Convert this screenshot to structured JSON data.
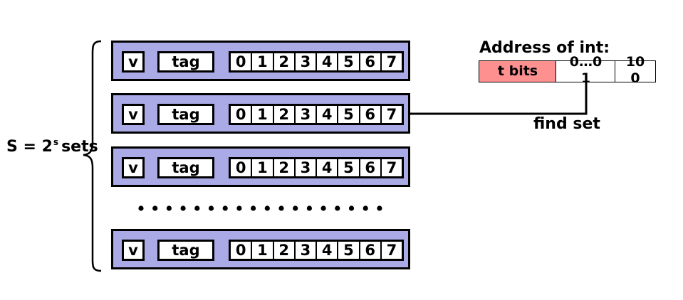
{
  "left_label": {
    "text": "S = 2",
    "sup": "s",
    "suffix": "sets"
  },
  "cache_rows": [
    {
      "v": "v",
      "tag": "tag",
      "bytes": [
        "0",
        "1",
        "2",
        "3",
        "4",
        "5",
        "6",
        "7"
      ]
    },
    {
      "v": "v",
      "tag": "tag",
      "bytes": [
        "0",
        "1",
        "2",
        "3",
        "4",
        "5",
        "6",
        "7"
      ]
    },
    {
      "v": "v",
      "tag": "tag",
      "bytes": [
        "0",
        "1",
        "2",
        "3",
        "4",
        "5",
        "6",
        "7"
      ]
    },
    {
      "v": "v",
      "tag": "tag",
      "bytes": [
        "0",
        "1",
        "2",
        "3",
        "4",
        "5",
        "6",
        "7"
      ]
    }
  ],
  "ellipsis_count": 18,
  "address": {
    "title": "Address of int:",
    "t_bits": "t bits",
    "set_index_line1": "0…0",
    "set_index_line2": "1",
    "offset_line1": "10",
    "offset_line2": "0"
  },
  "find_set": "find set",
  "colors": {
    "row_fill": "#aaaae6",
    "tag_bits_fill": "#ff9090"
  }
}
